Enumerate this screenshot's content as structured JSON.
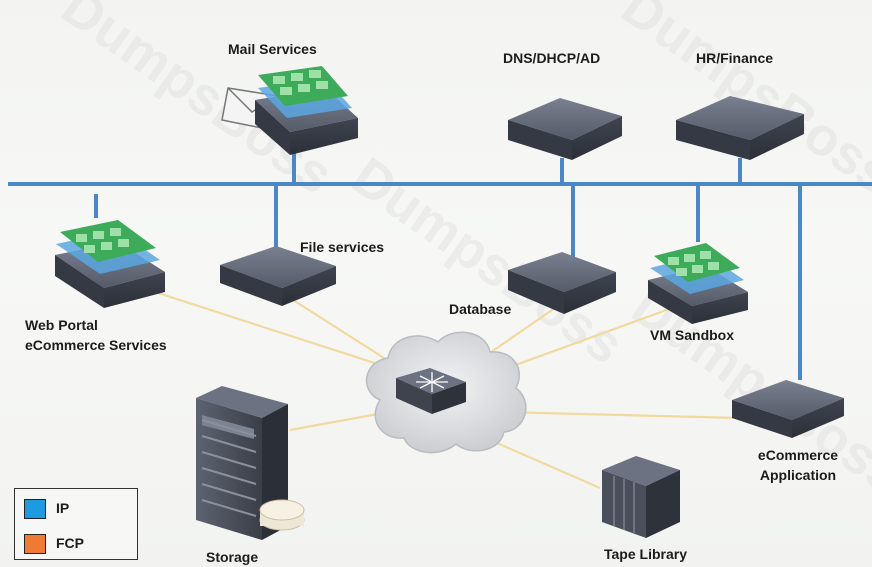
{
  "nodes": {
    "mail_services": "Mail Services",
    "dns_dhcp_ad": "DNS/DHCP/AD",
    "hr_finance": "HR/Finance",
    "file_services": "File services",
    "database": "Database",
    "vm_sandbox": "VM Sandbox",
    "web_portal_line1": "Web Portal",
    "web_portal_line2": "eCommerce Services",
    "ecommerce_app_line1": "eCommerce",
    "ecommerce_app_line2": "Application",
    "storage": "Storage",
    "tape_library": "Tape Library"
  },
  "legend": {
    "ip": {
      "label": "IP",
      "color": "#1e9be0"
    },
    "fcp": {
      "label": "FCP",
      "color": "#f07a33"
    }
  },
  "colors": {
    "ip_network": "#4a86c8",
    "fcp_link": "#f2d9a0",
    "device_body": "#4b5260",
    "vm_green": "#3dab5a",
    "vm_blue": "#5aa7e0"
  },
  "watermark": "DumpsBoss"
}
